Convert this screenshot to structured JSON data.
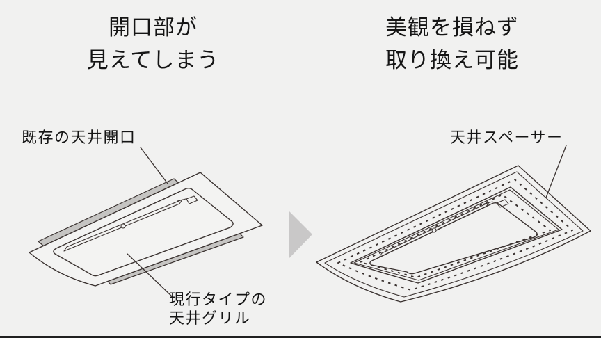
{
  "left_section": {
    "title_line1": "開口部が",
    "title_line2": "見えてしまう",
    "labels": {
      "existing_opening": "既存の天井開口",
      "current_grill_line1": "現行タイプの",
      "current_grill_line2": "天井グリル"
    }
  },
  "right_section": {
    "title_line1": "美観を損ねず",
    "title_line2": "取り換え可能",
    "labels": {
      "ceiling_spacer": "天井スペーサー"
    }
  },
  "icons": {
    "transition_arrow": "right-pointing-triangle"
  },
  "colors": {
    "background": "#f1f1f0",
    "line": "#3a3230",
    "grayfill": "#c5c4c2",
    "panel": "#f3f3f2",
    "arrow": "#c9c8c8",
    "text": "#151515",
    "bottombar": "#202020"
  }
}
